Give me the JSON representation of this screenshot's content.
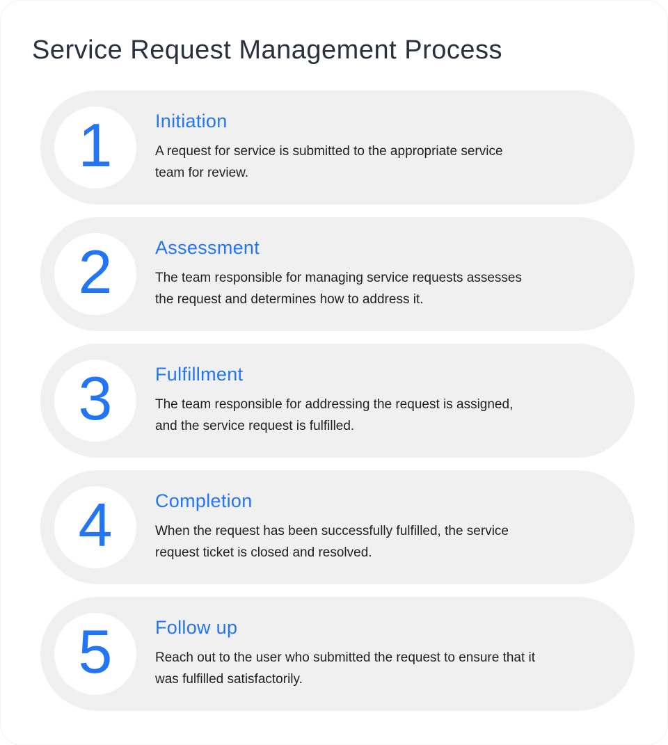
{
  "page": {
    "title": "Service Request Management Process"
  },
  "theme": {
    "accent_blue": "#2276f5",
    "card_bg": "#f0f0f1",
    "title_color": "#28313c",
    "body_color": "#202124",
    "circle_bg": "#ffffff"
  },
  "steps": [
    {
      "number": "1",
      "title": "Initiation",
      "description": "A request for service is submitted to the appropriate service\nteam for review."
    },
    {
      "number": "2",
      "title": "Assessment",
      "description": "The team responsible for managing service requests assesses\nthe request and determines how to address it."
    },
    {
      "number": "3",
      "title": "Fulfillment",
      "description": "The team responsible for addressing the request is assigned,\nand the service request is fulfilled."
    },
    {
      "number": "4",
      "title": "Completion",
      "description": "When the request has been successfully fulfilled, the service\nrequest ticket is closed and resolved."
    },
    {
      "number": "5",
      "title": "Follow up",
      "description": "Reach out to the user who submitted the request to ensure that it\nwas fulfilled satisfactorily."
    }
  ]
}
